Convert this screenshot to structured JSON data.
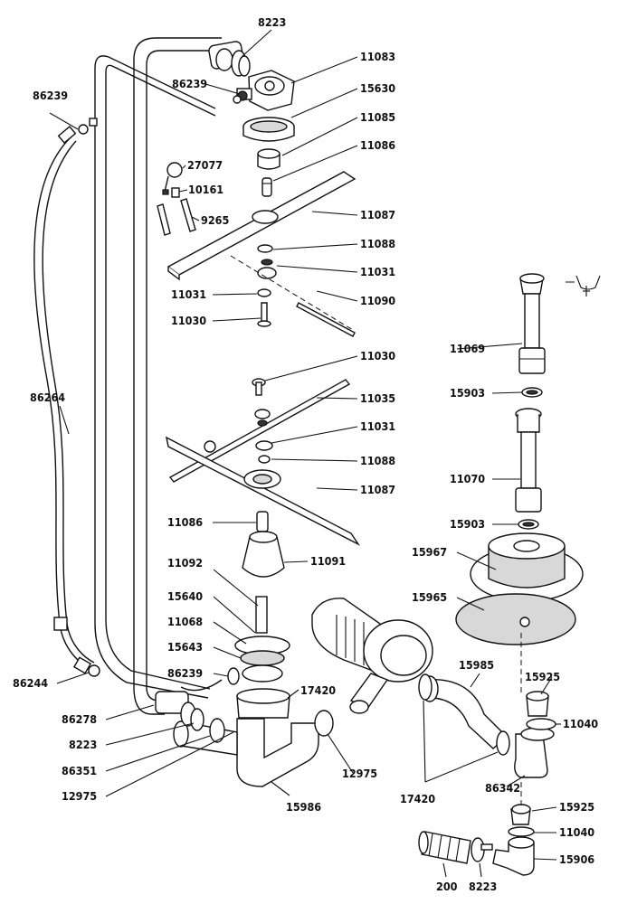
{
  "labels": {
    "l8223_top": "8223",
    "l11083": "11083",
    "l86239_top": "86239",
    "l15630": "15630",
    "l86239_left": "86239",
    "l11085": "11085",
    "l11086_top": "11086",
    "l27077": "27077",
    "l10161": "10161",
    "l9265": "9265",
    "l11087_top": "11087",
    "l11088_top": "11088",
    "l11031_right": "11031",
    "l11031_left": "11031",
    "l11090": "11090",
    "l11030_left": "11030",
    "l11069": "11069",
    "l15903_a": "15903",
    "l11030_right": "11030",
    "l11035": "11035",
    "l86264": "86264",
    "l11031_mid": "11031",
    "l11088_mid": "11088",
    "l11087_mid": "11087",
    "l11070": "11070",
    "l15903_b": "15903",
    "l11086_mid": "11086",
    "l15967": "15967",
    "l11092": "11092",
    "l11091": "11091",
    "l15965": "15965",
    "l15640": "15640",
    "l11068": "11068",
    "l15643": "15643",
    "l86239_low": "86239",
    "l15985": "15985",
    "l15925_a": "15925",
    "l86244": "86244",
    "l17420_a": "17420",
    "l11040_a": "11040",
    "l86278": "86278",
    "l8223_mid": "8223",
    "l86351": "86351",
    "l12975_right": "12975",
    "l86342": "86342",
    "l12975_left": "12975",
    "l17420_b": "17420",
    "l15925_b": "15925",
    "l15986": "15986",
    "l11040_b": "11040",
    "l15906": "15906",
    "l200": "200",
    "l8223_bot": "8223"
  }
}
